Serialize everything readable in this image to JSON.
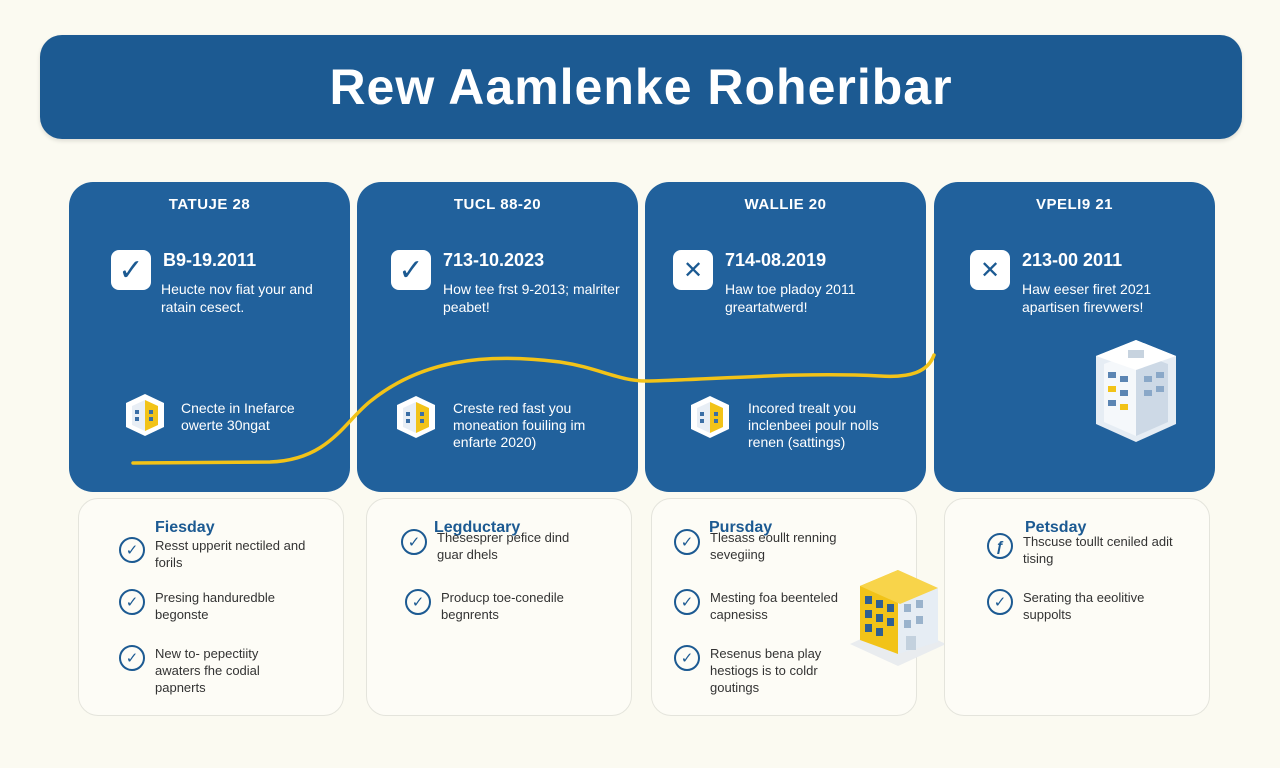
{
  "title": "Rew Aamlenke Roheribar",
  "cards": [
    {
      "title": "TATUJE 28",
      "date": "B9-19.2011",
      "check": "✓",
      "desc": "Heucte nov fiat your and ratain cesect.",
      "note": "Cnecte in Inefarce owerte 30ngat"
    },
    {
      "title": "TUCL 88-20",
      "date": "713-10.2023",
      "check": "✓",
      "desc": "How tee frst 9-2013; malriter peabet!",
      "note": "Creste red fast you moneation fouiling im enfarte 2020)"
    },
    {
      "title": "WALLIE 20",
      "date": "714-08.2019",
      "check": "✕",
      "desc": "Haw toe pladoy 2011 greartatwerd!",
      "note": "Incored trealt you inclenbeei poulr nolls renen (sattings)"
    },
    {
      "title": "VPELI9 21",
      "date": "213-00 2011",
      "check": "✕",
      "desc": "Haw eeser firet 2021 apartisen firevwers!",
      "note": ""
    }
  ],
  "panels": [
    {
      "title": "Fiesday",
      "items": [
        {
          "icon": "✓",
          "text": "Resst upperit nectiled and forils"
        },
        {
          "icon": "✓",
          "text": "Presing handuredble begonste"
        },
        {
          "icon": "✓",
          "text": "New to- pepectiity awaters fhe codial papnerts"
        }
      ]
    },
    {
      "title": "Legductary",
      "items": [
        {
          "icon": "✓",
          "text": "Thesesprer pefice dind guar dhels"
        },
        {
          "icon": "✓",
          "text": "Producp toe-conedile begnrents"
        }
      ]
    },
    {
      "title": "Pursday",
      "items": [
        {
          "icon": "✓",
          "text": "Tlesass eoullt renning sevegiing"
        },
        {
          "icon": "✓",
          "text": "Mesting foa beenteled capnesiss"
        },
        {
          "icon": "✓",
          "text": "Resenus bena play hestiogs is to coldr goutings"
        }
      ]
    },
    {
      "title": "Petsday",
      "items": [
        {
          "icon": "ƒ",
          "text": "Thscuse toullt ceniled adit tising"
        },
        {
          "icon": "✓",
          "text": "Serating tha eeolitive suppolts"
        }
      ]
    }
  ],
  "colors": {
    "primary": "#1c5a92",
    "card": "#21619c",
    "accent": "#f2c318",
    "background": "#fbfaf1"
  }
}
